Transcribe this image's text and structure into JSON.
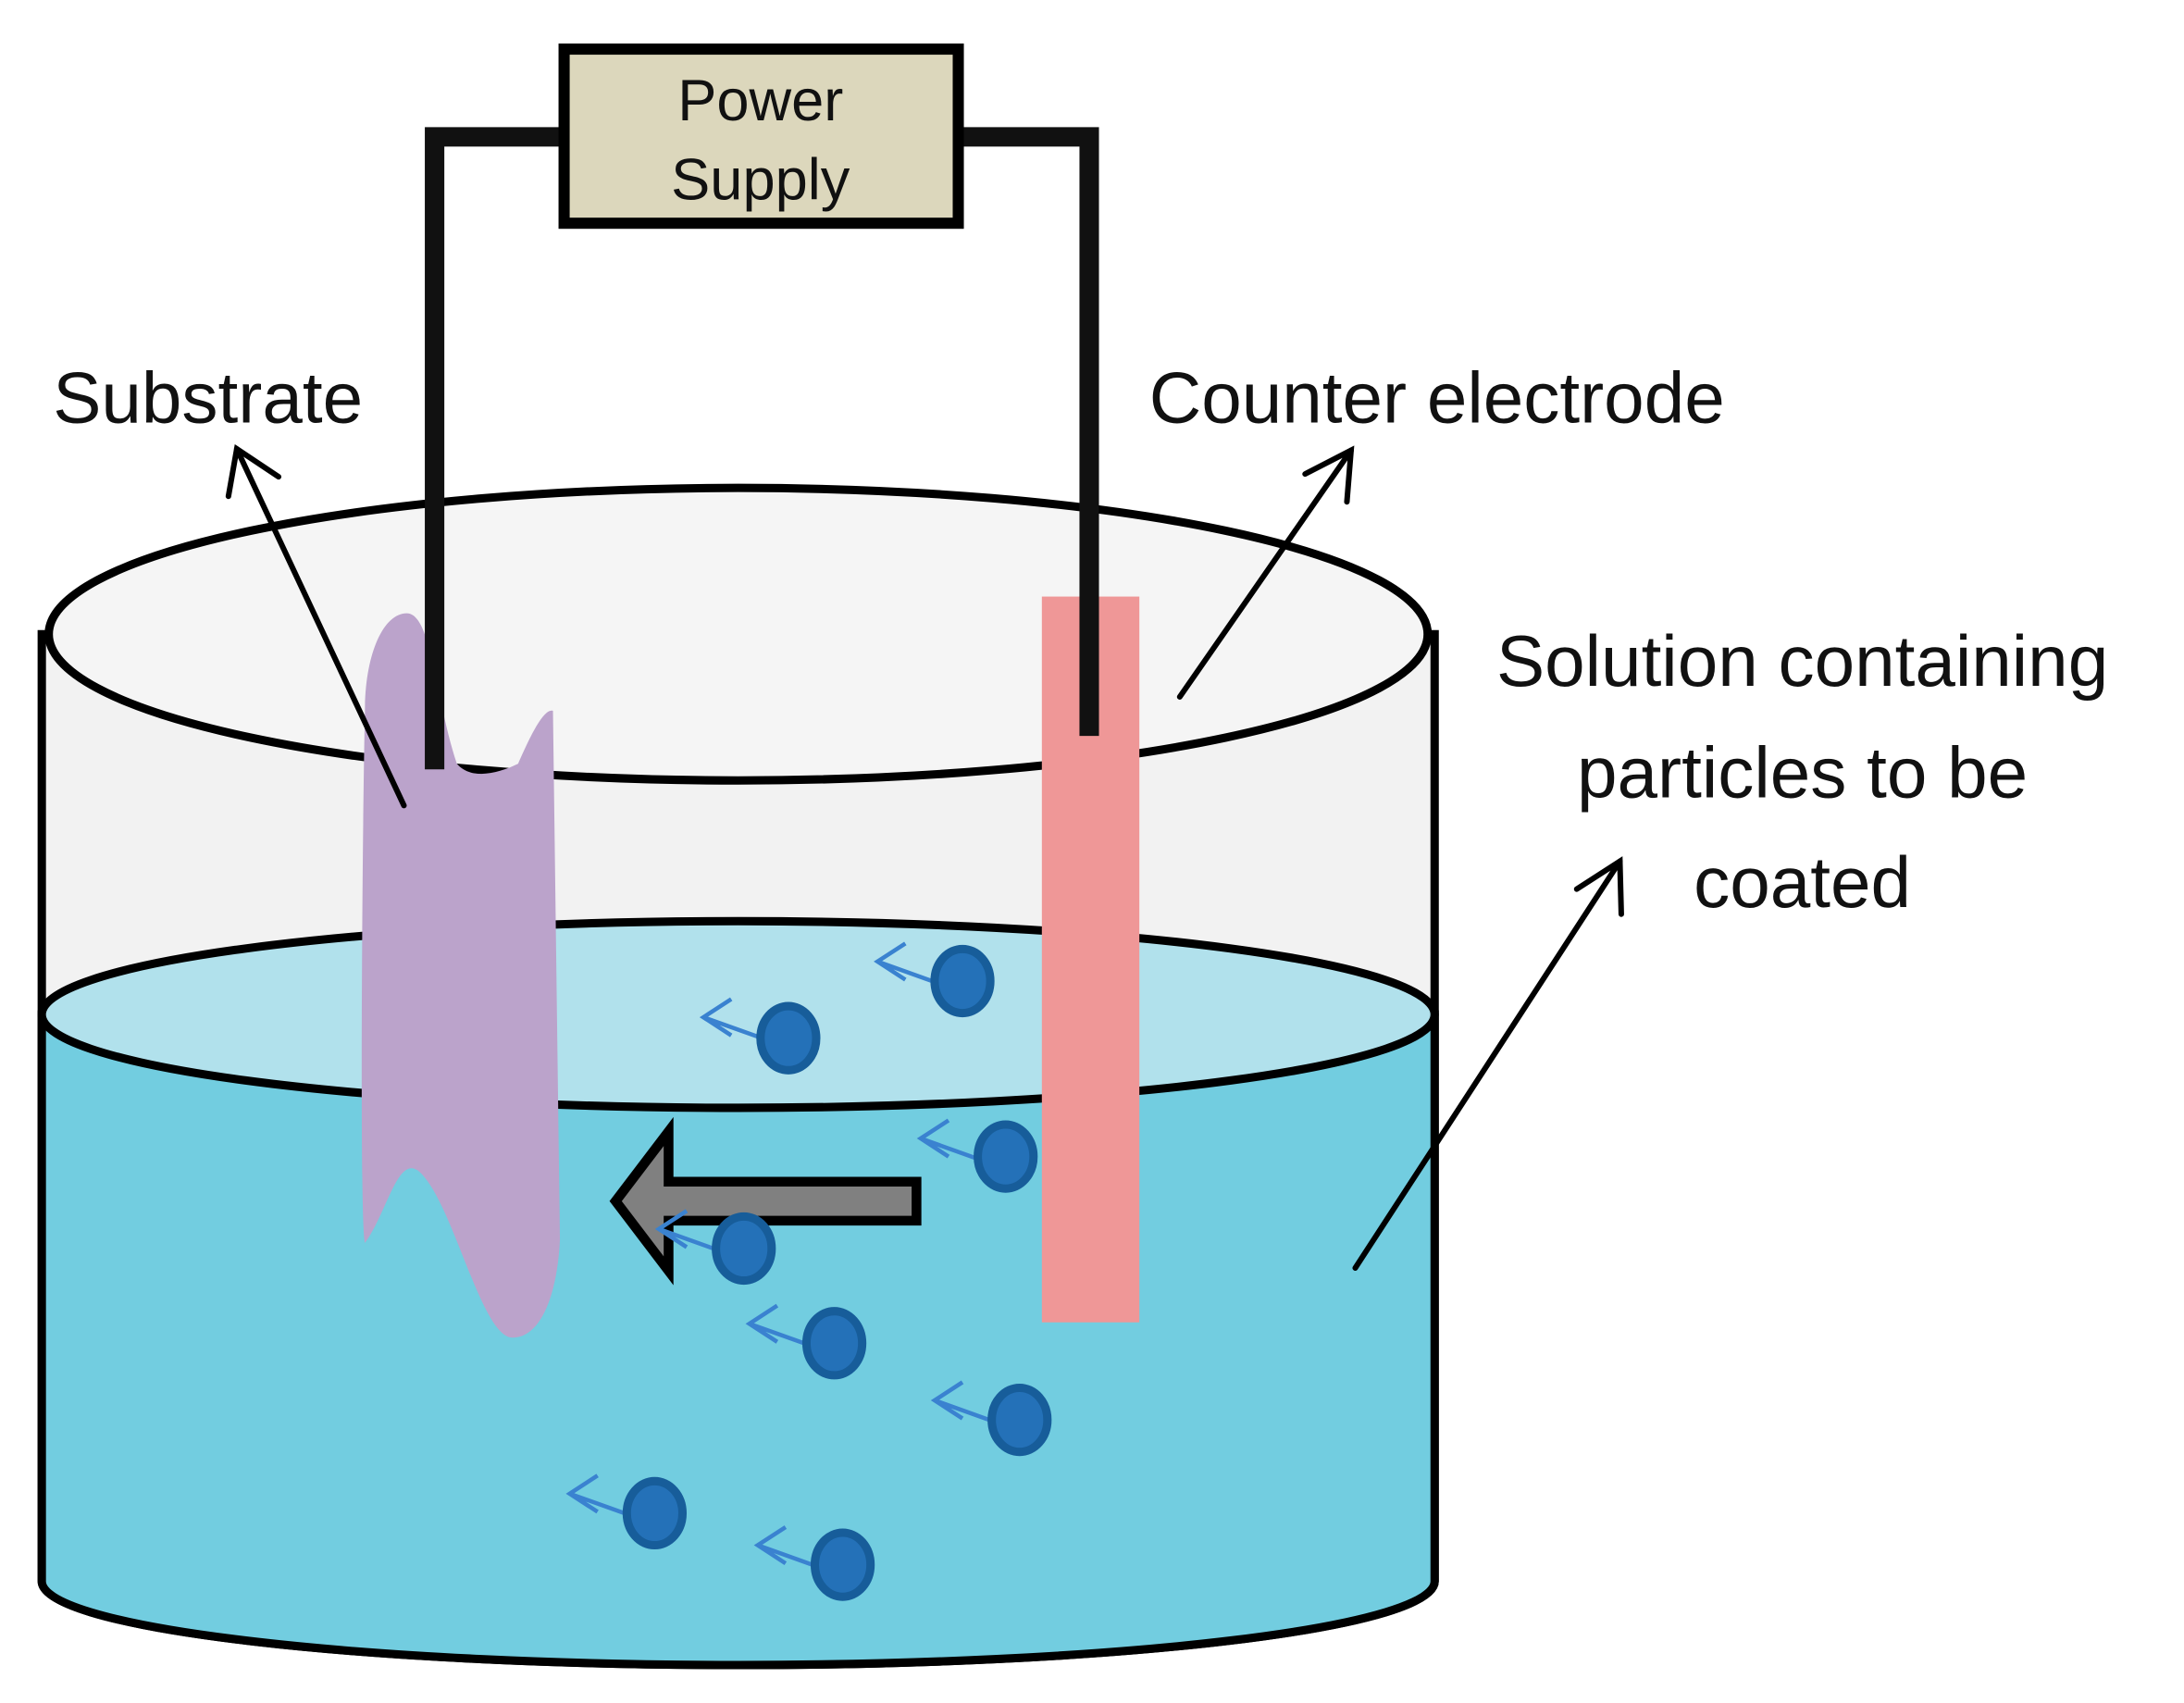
{
  "power_supply": {
    "line1": "Power",
    "line2": "Supply"
  },
  "labels": {
    "substrate": "Substrate",
    "counter_electrode": "Counter electrode",
    "solution_line1": "Solution containing",
    "solution_line2": "particles to be",
    "solution_line3": "coated"
  },
  "colors": {
    "power_supply_fill": "#dcd7bc",
    "wire": "#111111",
    "beaker_fill": "#f2f2f2",
    "beaker_rim_fill": "#f5f5f5",
    "solution_surface": "#b1e1ec",
    "solution_body": "#72cde0",
    "substrate": "#bba3cb",
    "counter_electrode": "#ef9797",
    "particle": "#2471b8",
    "particle_outline": "#175d9a",
    "particle_tail": "#3a82d0",
    "migration_arrow": "#808080"
  }
}
